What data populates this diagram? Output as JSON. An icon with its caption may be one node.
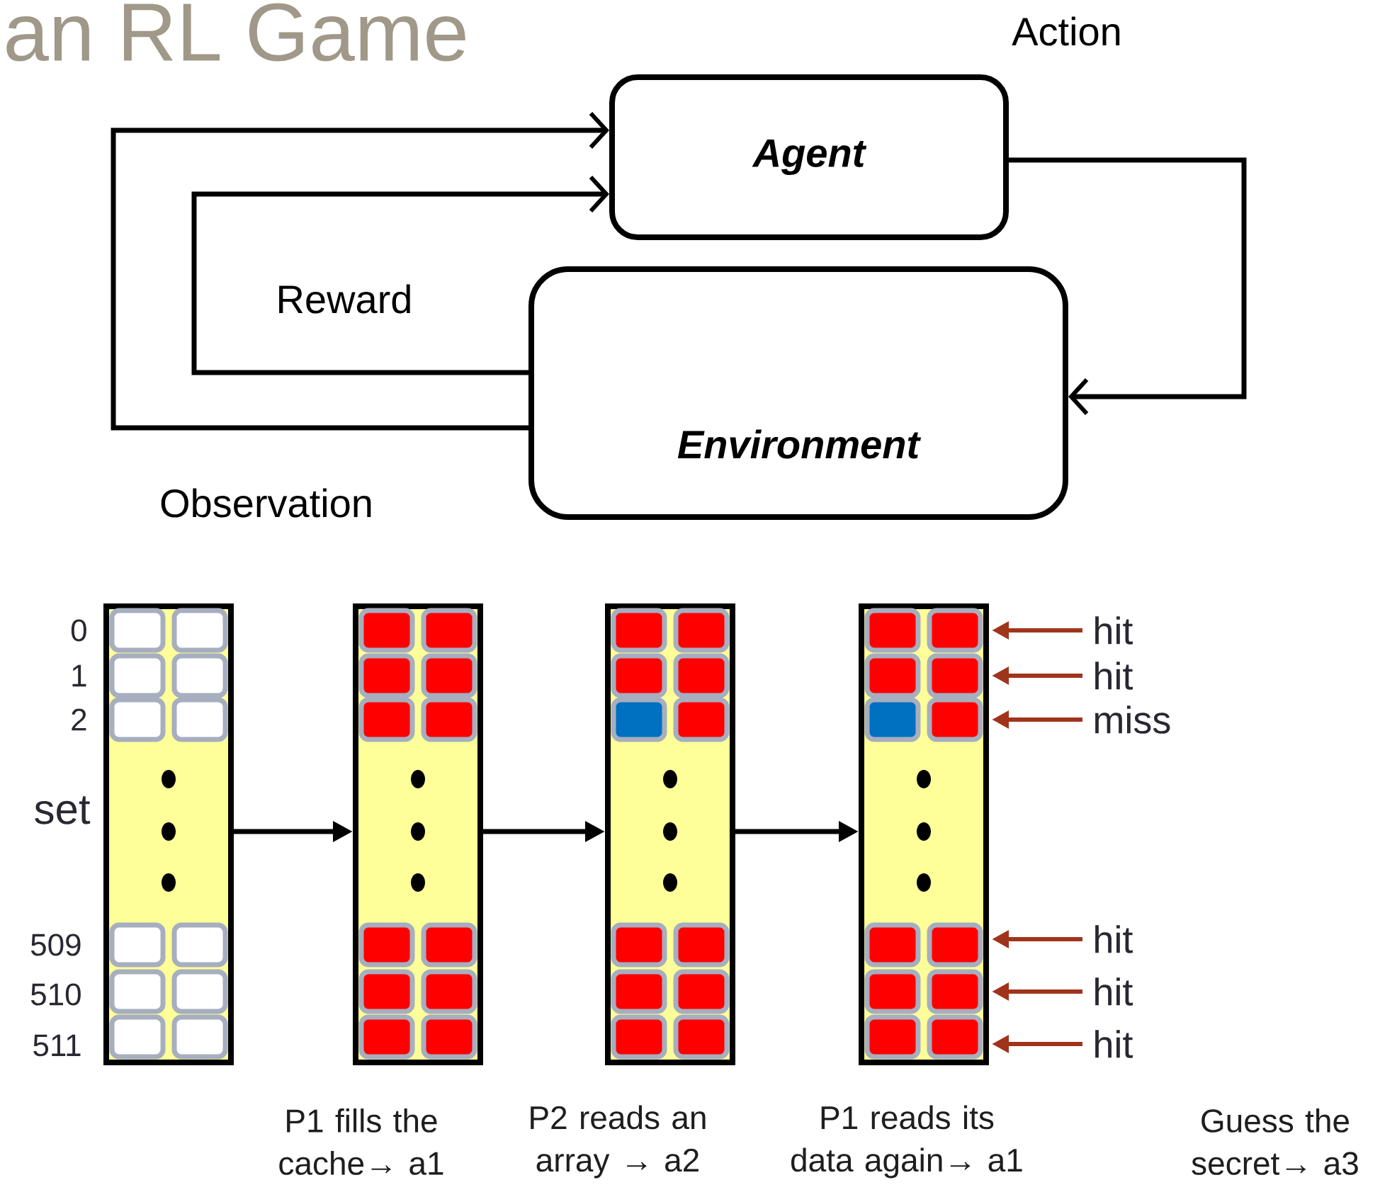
{
  "diagram": {
    "title": "an RL Game",
    "nodes": [
      {
        "text": [
          "Agent"
        ]
      },
      {
        "text": [
          "Environment"
        ]
      },
      {
        "text": [],
        "shape": "box"
      },
      {
        "text": [],
        "shape": "box"
      },
      {
        "text": [],
        "shape": "box"
      },
      {
        "text": [],
        "shape": "box"
      },
      {
        "text": [
          "hit"
        ]
      },
      {
        "text": [
          "hit"
        ]
      },
      {
        "text": [
          "miss"
        ]
      },
      {
        "text": [
          "hit"
        ]
      },
      {
        "text": [
          "hit"
        ]
      },
      {
        "text": [
          "hit"
        ]
      }
    ],
    "edges": [
      {
        "from": 0,
        "to": 1,
        "arrow": "to",
        "label": "Action"
      },
      {
        "from": 1,
        "to": 0,
        "arrow": "to",
        "label": "Reward"
      },
      {
        "from": 1,
        "to": 0,
        "arrow": "to",
        "label": "Observation"
      },
      {
        "from": 2,
        "to": 3,
        "arrow": "to"
      },
      {
        "from": 3,
        "to": 4,
        "arrow": "to"
      },
      {
        "from": 4,
        "to": 5,
        "arrow": "to"
      },
      {
        "from": 6,
        "to": 5,
        "arrow": "to",
        "color": "#a0341b"
      },
      {
        "from": 7,
        "to": 5,
        "arrow": "to",
        "color": "#a0341b"
      },
      {
        "from": 8,
        "to": 5,
        "arrow": "to",
        "color": "#a0341b"
      },
      {
        "from": 9,
        "to": 5,
        "arrow": "to",
        "color": "#a0341b"
      },
      {
        "from": 10,
        "to": 5,
        "arrow": "to",
        "color": "#a0341b"
      },
      {
        "from": 11,
        "to": 5,
        "arrow": "to",
        "color": "#a0341b"
      }
    ],
    "labels": [
      "0",
      "1",
      "2",
      "set",
      "509",
      "510",
      "511",
      "P1 fills the cache→ a1",
      "P2 reads an array → a2",
      "P1 reads its data again→ a1",
      "Guess the secret→ a3"
    ]
  }
}
